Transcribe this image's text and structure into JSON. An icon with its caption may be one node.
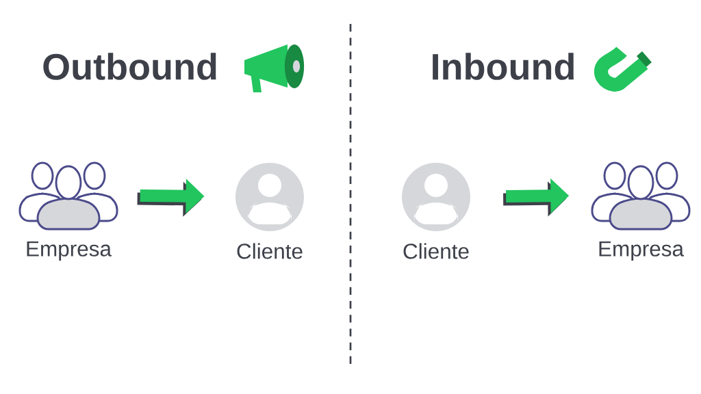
{
  "diagram": {
    "nodes": [
      {
        "text": [],
        "shape": "picture",
        "beside": [
          "Empresa"
        ]
      },
      {
        "text": [],
        "shape": "picture",
        "beside": [
          "Cliente"
        ]
      },
      {
        "text": [],
        "shape": "picture",
        "beside": [
          "Cliente"
        ]
      },
      {
        "text": [],
        "shape": "picture",
        "beside": [
          "Empresa"
        ]
      }
    ],
    "edges": [
      {
        "from": 0,
        "to": 1,
        "arrow": "to",
        "color": "#22c55e"
      },
      {
        "from": 2,
        "to": 3,
        "arrow": "to",
        "color": "#22c55e"
      }
    ],
    "labels": [
      "Outbound",
      "Inbound"
    ]
  }
}
